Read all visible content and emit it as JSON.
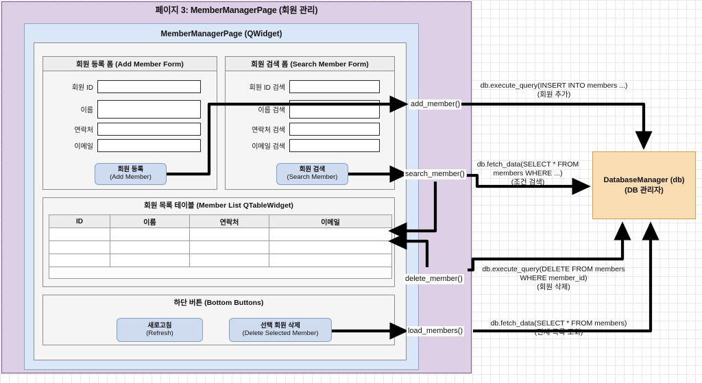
{
  "diagram": {
    "page_title": "페이지 3: MemberManagerPage (회원 관리)",
    "widget_title": "MemberManagerPage (QWidget)"
  },
  "add_form": {
    "title": "회원 등록 폼 (Add Member Form)",
    "fields": [
      {
        "label": "회원 ID",
        "value": ""
      },
      {
        "label": "이름",
        "value": ""
      },
      {
        "label": "연락처",
        "value": ""
      },
      {
        "label": "이메일",
        "value": ""
      }
    ],
    "button": {
      "line1": "회원 등록",
      "line2": "(Add Member)"
    }
  },
  "search_form": {
    "title": "회원 검색 폼 (Search Member Form)",
    "fields": [
      {
        "label": "회원 ID 검색",
        "value": ""
      },
      {
        "label": "이름 검색",
        "value": ""
      },
      {
        "label": "연락처 검색",
        "value": ""
      },
      {
        "label": "이메일 검색",
        "value": ""
      }
    ],
    "button": {
      "line1": "회원 검색",
      "line2": "(Search Member)"
    }
  },
  "member_table": {
    "title": "회원 목록 테이블 (Member List QTableWidget)",
    "columns": [
      "ID",
      "이름",
      "연락처",
      "이메일"
    ],
    "rows": [
      [
        "",
        "",
        "",
        ""
      ],
      [
        "",
        "",
        "",
        ""
      ],
      [
        "",
        "",
        "",
        ""
      ]
    ]
  },
  "bottom_buttons": {
    "title": "하단 버튼 (Bottom Buttons)",
    "refresh": {
      "line1": "새로고침",
      "line2": "(Refresh)"
    },
    "delete": {
      "line1": "선택 회원 삭제",
      "line2": "(Delete Selected Member)"
    }
  },
  "methods": {
    "add_member": "add_member()",
    "search_member": "search_member()",
    "delete_member": "delete_member()",
    "load_members": "load_members()"
  },
  "db": {
    "line1": "DatabaseManager (db)",
    "line2": "(DB 관리자)"
  },
  "flows": [
    {
      "id": "insert",
      "line1": "db.execute_query(INSERT INTO members ...)",
      "line2": "(회원 추가)"
    },
    {
      "id": "select_where",
      "line1": "db.fetch_data(SELECT * FROM",
      "line2": "members WHERE ...)",
      "line3": "(조건 검색)"
    },
    {
      "id": "delete",
      "line1": "db.execute_query(DELETE FROM members",
      "line2": "WHERE member_id)",
      "line3": "(회원 삭제)"
    },
    {
      "id": "select_all",
      "line1": "db.fetch_data(SELECT * FROM members)",
      "line2": "(전체 목록 조회)"
    }
  ],
  "colors": {
    "page_fill": "#ddcfe6",
    "page_stroke": "#7b4f8e",
    "widget_fill": "#d9e7f8",
    "widget_stroke": "#8ba6cd",
    "panel_fill": "#f5f5f5",
    "panel_stroke": "#8c8c8c",
    "button_fill": "#cfdcf0",
    "button_stroke": "#7f9fc6",
    "db_fill": "#fbddb4",
    "db_stroke": "#d79b4a",
    "arrow": "#000000"
  }
}
